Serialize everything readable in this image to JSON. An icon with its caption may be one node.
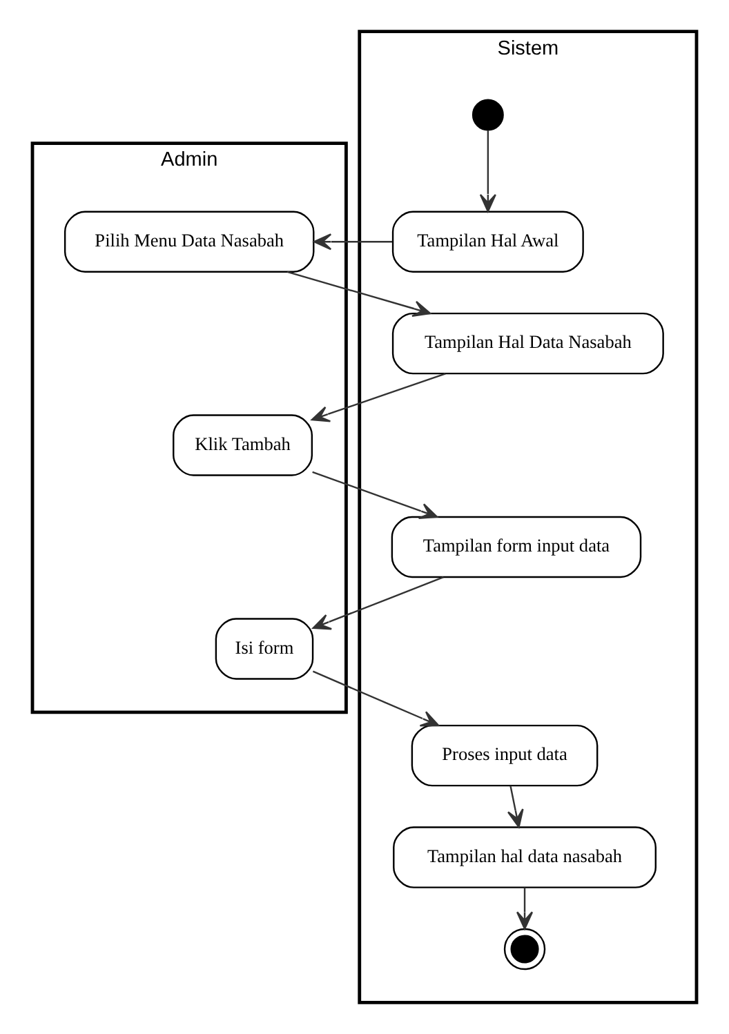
{
  "diagram": {
    "nodes": [
      {
        "text": [
          "Admin"
        ]
      },
      {
        "text": [
          "Sistem"
        ]
      },
      {
        "text": [],
        "shape": "circle",
        "in": 1
      },
      {
        "text": [
          "Pilih Menu Data Nasabah"
        ],
        "in": 0
      },
      {
        "text": [
          "Tampilan Hal Awal"
        ],
        "in": 1
      },
      {
        "text": [
          "Tampilan Hal Data Nasabah"
        ],
        "in": 1
      },
      {
        "text": [
          "Klik Tambah"
        ],
        "in": 0
      },
      {
        "text": [
          "Tampilan form input data"
        ],
        "in": 1
      },
      {
        "text": [
          "Isi form"
        ],
        "in": 0
      },
      {
        "text": [
          "Proses input data"
        ],
        "in": 1
      },
      {
        "text": [
          "Tampilan hal data nasabah"
        ],
        "in": 1
      },
      {
        "text": [],
        "shape": "circle",
        "in": 1
      }
    ],
    "edges": [
      {
        "from": 2,
        "to": 4,
        "arrow": "to"
      },
      {
        "from": 4,
        "to": 3,
        "arrow": "to"
      },
      {
        "from": 3,
        "to": 5,
        "arrow": "to"
      },
      {
        "from": 5,
        "to": 6,
        "arrow": "to"
      },
      {
        "from": 6,
        "to": 7,
        "arrow": "to"
      },
      {
        "from": 7,
        "to": 8,
        "arrow": "to"
      },
      {
        "from": 8,
        "to": 9,
        "arrow": "to"
      },
      {
        "from": 9,
        "to": 10,
        "arrow": "to"
      },
      {
        "from": 10,
        "to": 11,
        "arrow": "to"
      }
    ]
  }
}
